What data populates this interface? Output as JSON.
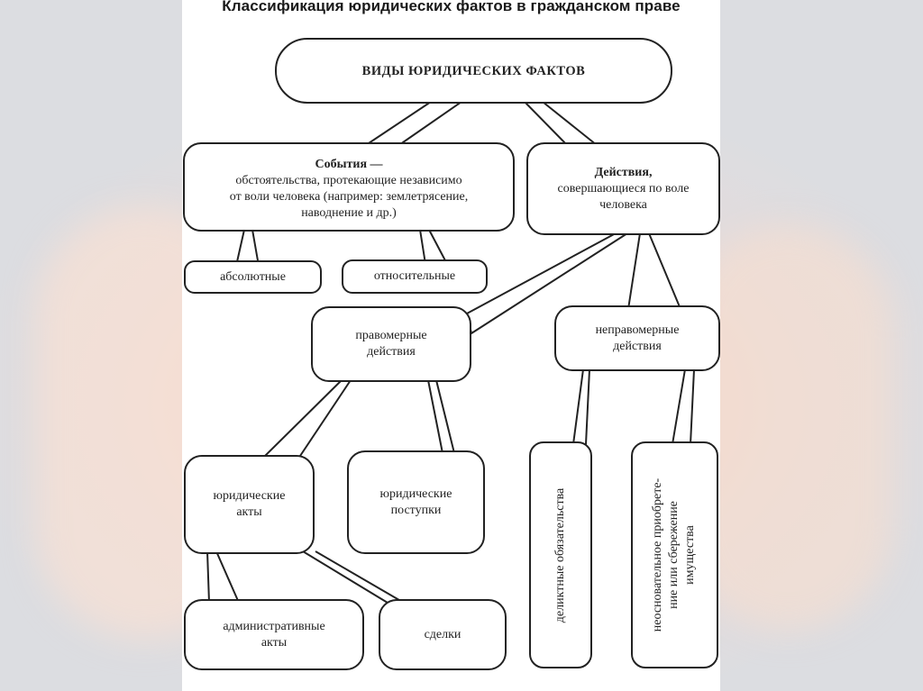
{
  "title": "Классификация юридических фактов в гражданском праве",
  "root": "ВИДЫ ЮРИДИЧЕСКИХ ФАКТОВ",
  "events": {
    "heading": "События —",
    "line1": "обстоятельства, протекающие независимо",
    "line2": "от воли человека (например: землетрясение,",
    "line3": "наводнение и др.)"
  },
  "actions": {
    "heading": "Действия,",
    "line1": "совершающиеся по воле",
    "line2": "человека"
  },
  "absolute": "абсолютные",
  "relative": "относительные",
  "lawful": {
    "line1": "правомерные",
    "line2": "действия"
  },
  "unlawful": {
    "line1": "неправомерные",
    "line2": "действия"
  },
  "legal_acts": {
    "line1": "юридические",
    "line2": "акты"
  },
  "legal_deeds": {
    "line1": "юридические",
    "line2": "поступки"
  },
  "admin_acts": {
    "line1": "административные",
    "line2": "акты"
  },
  "deals": "сделки",
  "delict": "деликтные обязательства",
  "unjust": {
    "line1": "неосновательное приобрете-",
    "line2": "ние или сбережение",
    "line3": "имущества"
  }
}
